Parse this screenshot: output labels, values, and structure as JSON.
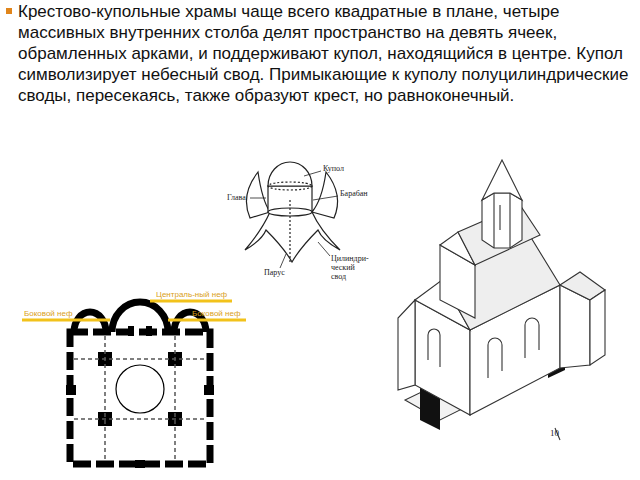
{
  "diagram": {
    "labels": [
      "Крестово-купольные храмы чаще всего квадратные в плане, четыре массивных внутренних столба делят пространство на девять ячеек, обрамленных арками, и поддерживают купол, находящийся в центре. Купол символизирует небесный свод. Примыкающие к куполу полуцилиндрические своды, пересекаясь, также образуют крест, но равноконечный.",
      "Купол",
      "Глава",
      "Барабан",
      "Цилиндри- ческий свод",
      "Парус",
      "Централь-ный неф",
      "Боковой неф",
      "Боковой неф",
      "10"
    ]
  }
}
